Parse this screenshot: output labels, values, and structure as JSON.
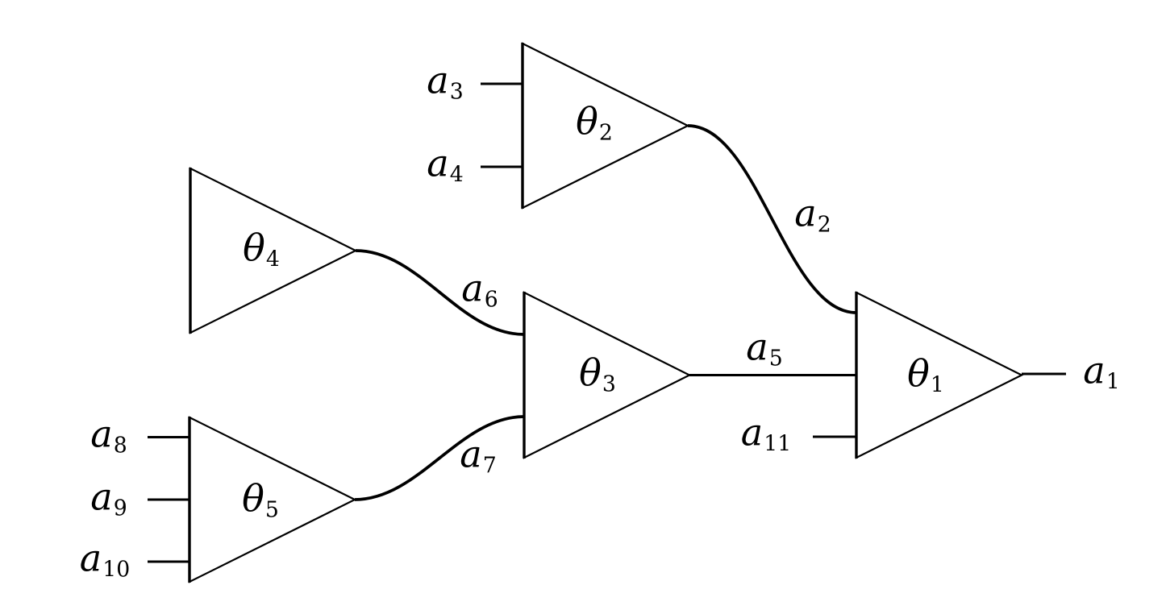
{
  "figure": {
    "kind": "gate-tree-diagram",
    "background_color": "#ffffff",
    "line_color": "#000000",
    "gates": [
      {
        "id": "theta1",
        "inputs": [
          "a2",
          "a5",
          "a11"
        ],
        "output": "a1"
      },
      {
        "id": "theta2",
        "inputs": [
          "a3",
          "a4"
        ],
        "output": "a2"
      },
      {
        "id": "theta3",
        "inputs": [
          "a6",
          "a7"
        ],
        "output": "a5"
      },
      {
        "id": "theta4",
        "inputs": [],
        "output": "a6"
      },
      {
        "id": "theta5",
        "inputs": [
          "a8",
          "a9",
          "a10"
        ],
        "output": "a7"
      }
    ]
  },
  "labels": {
    "theta1": {
      "base": "θ",
      "sub": "1"
    },
    "theta2": {
      "base": "θ",
      "sub": "2"
    },
    "theta3": {
      "base": "θ",
      "sub": "3"
    },
    "theta4": {
      "base": "θ",
      "sub": "4"
    },
    "theta5": {
      "base": "θ",
      "sub": "5"
    },
    "a1": {
      "base": "a",
      "sub": "1"
    },
    "a2": {
      "base": "a",
      "sub": "2"
    },
    "a3": {
      "base": "a",
      "sub": "3"
    },
    "a4": {
      "base": "a",
      "sub": "4"
    },
    "a5": {
      "base": "a",
      "sub": "5"
    },
    "a6": {
      "base": "a",
      "sub": "6"
    },
    "a7": {
      "base": "a",
      "sub": "7"
    },
    "a8": {
      "base": "a",
      "sub": "8"
    },
    "a9": {
      "base": "a",
      "sub": "9"
    },
    "a10": {
      "base": "a",
      "sub": "10"
    },
    "a11": {
      "base": "a",
      "sub": "11"
    }
  }
}
